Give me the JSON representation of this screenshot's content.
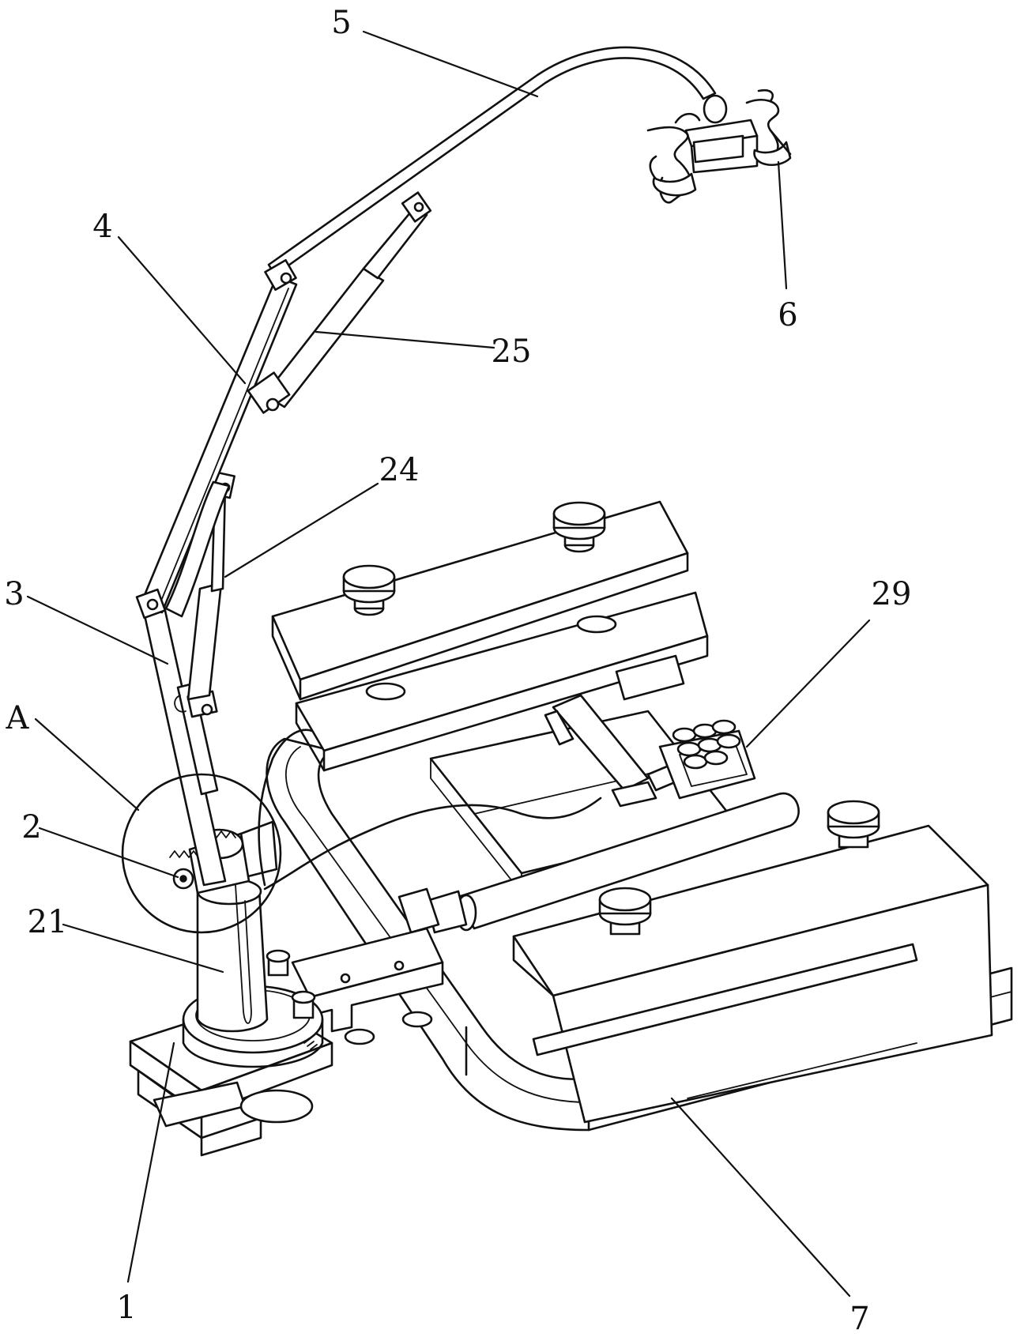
{
  "figure": {
    "labels": [
      {
        "key": "part_5",
        "text": "5"
      },
      {
        "key": "part_4",
        "text": "4"
      },
      {
        "key": "part_6",
        "text": "6"
      },
      {
        "key": "part_25",
        "text": "25"
      },
      {
        "key": "part_24",
        "text": "24"
      },
      {
        "key": "part_3",
        "text": "3"
      },
      {
        "key": "part_29",
        "text": "29"
      },
      {
        "key": "part_A",
        "text": "A"
      },
      {
        "key": "part_2",
        "text": "2"
      },
      {
        "key": "part_21",
        "text": "21"
      },
      {
        "key": "part_1",
        "text": "1"
      },
      {
        "key": "part_7",
        "text": "7"
      }
    ]
  }
}
